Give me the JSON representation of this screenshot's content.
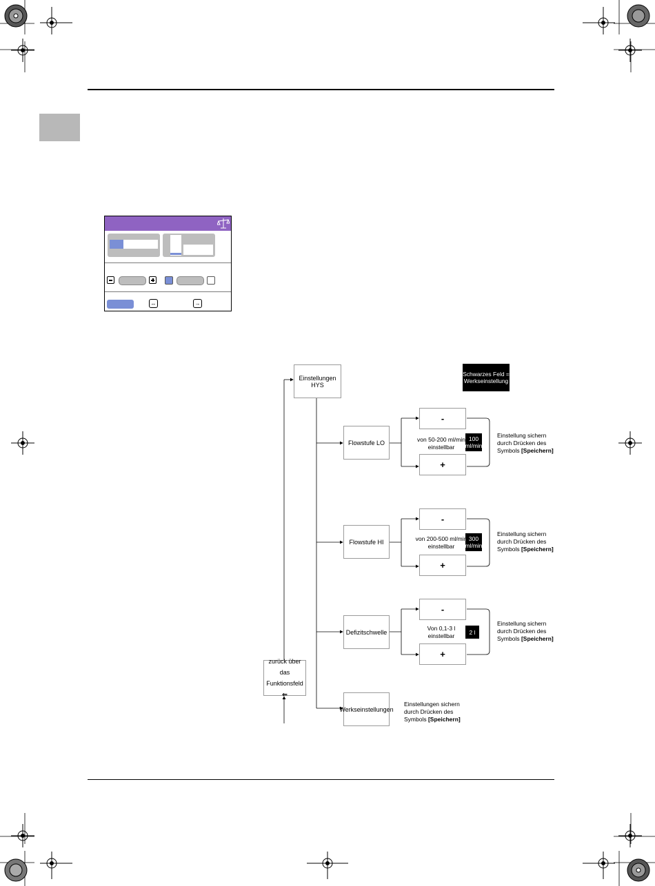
{
  "legend": {
    "line1": "Schwarzes Feld =",
    "line2": "Werkseinstellung"
  },
  "flow": {
    "root": "Einstellungen HYS",
    "back_line1": "zurück über das",
    "back_line2": "Funktionsfeld",
    "minus": "-",
    "plus": "+",
    "items": [
      {
        "label": "Flowstufe LO",
        "range_line1": "von 50-200 ml/min",
        "range_line2": "einstellbar",
        "default_line1": "100",
        "default_line2": "ml/min"
      },
      {
        "label": "Flowstufe HI",
        "range_line1": "von 200-500 ml/min",
        "range_line2": "einstellbar",
        "default_line1": "300",
        "default_line2": "ml/min"
      },
      {
        "label": "Defizitschwelle",
        "range_line1": "Von 0,1-3 l",
        "range_line2": "einstellbar",
        "default_line1": "2 l",
        "default_line2": ""
      }
    ],
    "save_line1": "Einstellung sichern",
    "save_line2": "durch Drücken des",
    "save_line3_prefix": "Symbols",
    "save_line3_bold": "[Speichern]",
    "factory": "Werkseinstellungen",
    "factory_save_line1": "Einstellungen sichern",
    "factory_save_line2": "durch Drücken des",
    "factory_save_line3_prefix": "Symbols",
    "factory_save_line3_bold": "[Speichern]"
  },
  "colors": {
    "header_purple": "#8f63c2",
    "accent_blue": "#7a8fd6",
    "gray_tab": "#bdbdbd",
    "grid_line": "#7a7a7a"
  },
  "icons": {
    "scale": "scale-icon",
    "arrow_back": "arrow-left-icon",
    "registration": "registration-mark-icon"
  }
}
